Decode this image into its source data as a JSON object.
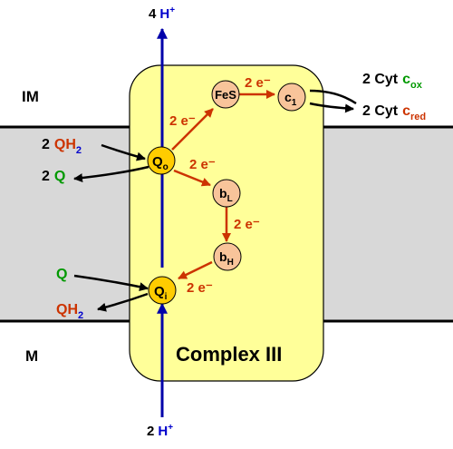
{
  "regions": {
    "intermembrane": "IM",
    "matrix": "M",
    "complex": "Complex III"
  },
  "protons": {
    "top": {
      "count": "4",
      "ion": "H",
      "charge": "+"
    },
    "bottom": {
      "count": "2",
      "ion": "H",
      "charge": "+"
    }
  },
  "sites": {
    "qo": {
      "base": "Q",
      "sub": "o"
    },
    "qi": {
      "base": "Q",
      "sub": "i"
    },
    "fes": {
      "label": "FeS"
    },
    "c1": {
      "base": "c",
      "sub": "1"
    },
    "bl": {
      "base": "b",
      "sub": "L"
    },
    "bh": {
      "base": "b",
      "sub": "H"
    }
  },
  "electron_label": "2 e⁻",
  "qo_site": {
    "in_coef": "2",
    "in_base": "QH",
    "in_sub": "2",
    "out_coef": "2",
    "out_base": "Q"
  },
  "qi_site": {
    "in_base": "Q",
    "out_base": "QH",
    "out_sub": "2"
  },
  "cytochrome": {
    "ox_prefix": "2 Cyt",
    "ox_base": "c",
    "ox_sub": "ox",
    "red_prefix": "2 Cyt",
    "red_base": "c",
    "red_sub": "red"
  },
  "colors": {
    "membrane": "#d8d8d8",
    "complex_fill": "#ffff99",
    "qo_qi_fill": "#ffcc00",
    "cofactor_fill": "#f8c49a",
    "proton_arrow": "#0000aa",
    "electron_arrow": "#cc3300",
    "electron_text": "#cc3300",
    "q_green": "#009900",
    "q_red": "#cc3300",
    "h_blue": "#0000cc"
  }
}
